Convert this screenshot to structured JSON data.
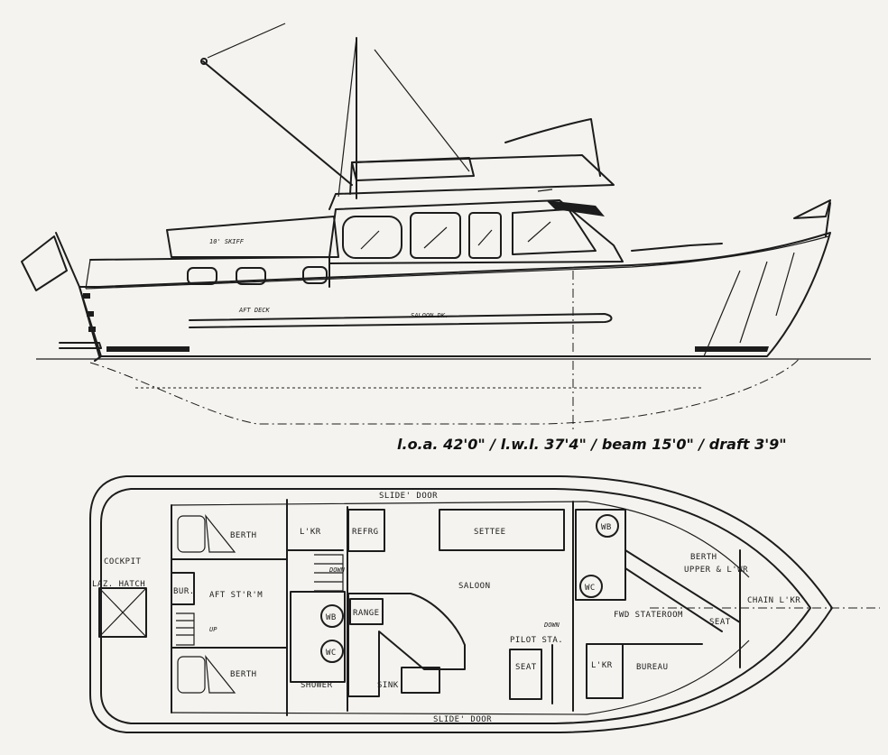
{
  "profile": {
    "skiff_label": "10' SKIFF",
    "aft_deck_label": "AFT DECK",
    "saloon_deck_label": "SALOON DK."
  },
  "specs": "l.o.a. 42'0\" / l.w.l. 37'4\" / beam 15'0\" / draft 3'9\"",
  "plan": {
    "slide_door_top": "SLIDE' DOOR",
    "slide_door_bottom": "SLIDE' DOOR",
    "berth_upper": "BERTH",
    "berth_lower": "BERTH",
    "lkr_aft": "L'KR",
    "refrig": "REFRG",
    "settee": "SETTEE",
    "wb_fwd": "WB",
    "berth_upper_lwr": "BERTH",
    "berth_upper_lwr_2": "UPPER & L'WR",
    "cockpit": "COCKPIT",
    "laz_hatch": "LAZ. HATCH",
    "bur": "BUR.",
    "aft_strm": "AFT ST'R'M",
    "down1": "DOWN",
    "saloon": "SALOON",
    "wc_fwd": "WC",
    "chain_lkr": "CHAIN L'KR",
    "wb_aft": "WB",
    "range": "RANGE",
    "fwd_stateroom": "FWD STATEROOM",
    "seat_fwd": "SEAT",
    "up": "UP",
    "down2": "DOWN",
    "wc_aft": "WC",
    "pilot_sta": "PILOT STA.",
    "seat_pilot": "SEAT",
    "lkr_fwd": "L'KR",
    "bureau": "BUREAU",
    "shower": "SHOWER",
    "sink": "SINK"
  }
}
